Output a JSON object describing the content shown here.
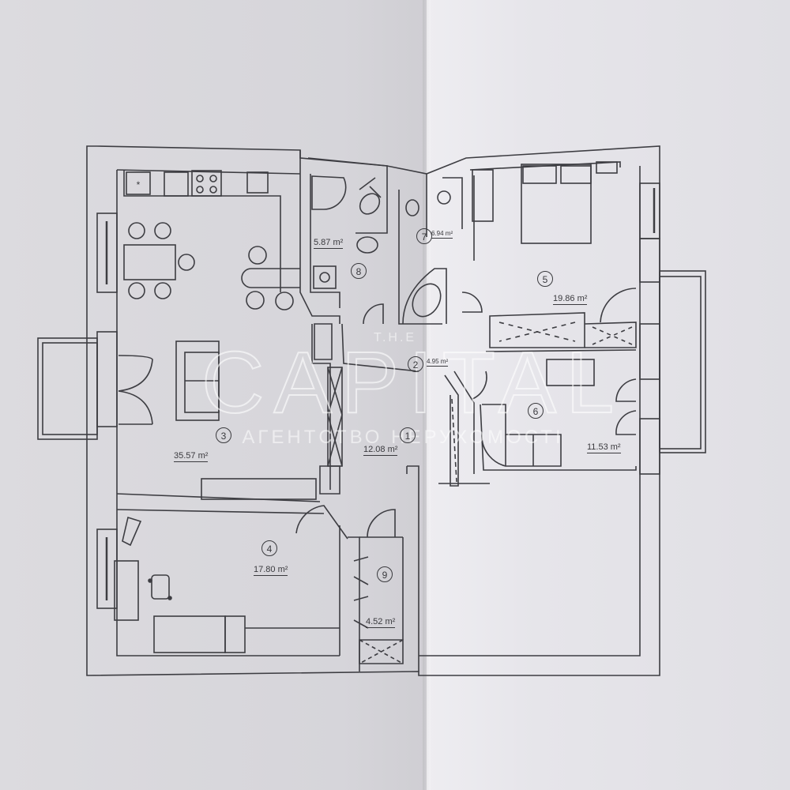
{
  "watermark": {
    "top": "T.H.E",
    "brand": "CAPITAL",
    "subtitle": "АГЕНТСТВО НЕРУХОМОСТІ"
  },
  "rooms": [
    {
      "number": "1",
      "area": "12.08 m²",
      "type": "hallway"
    },
    {
      "number": "2",
      "area": "4.95 m²",
      "type": "corridor"
    },
    {
      "number": "3",
      "area": "35.57 m²",
      "type": "kitchen-living-room"
    },
    {
      "number": "4",
      "area": "17.80 m²",
      "type": "study-bedroom"
    },
    {
      "number": "5",
      "area": "19.86 m²",
      "type": "master-bedroom"
    },
    {
      "number": "6",
      "area": "11.53 m²",
      "type": "bedroom"
    },
    {
      "number": "7",
      "area": "6.94 m²",
      "type": "bathroom"
    },
    {
      "number": "8",
      "area": "5.87 m²",
      "type": "bathroom-laundry"
    },
    {
      "number": "9",
      "area": "4.52 m²",
      "type": "wardrobe"
    }
  ],
  "colors": {
    "line": "#3d3d42",
    "paper_left": "#d8d7db",
    "paper_right": "#e8e7eb"
  }
}
